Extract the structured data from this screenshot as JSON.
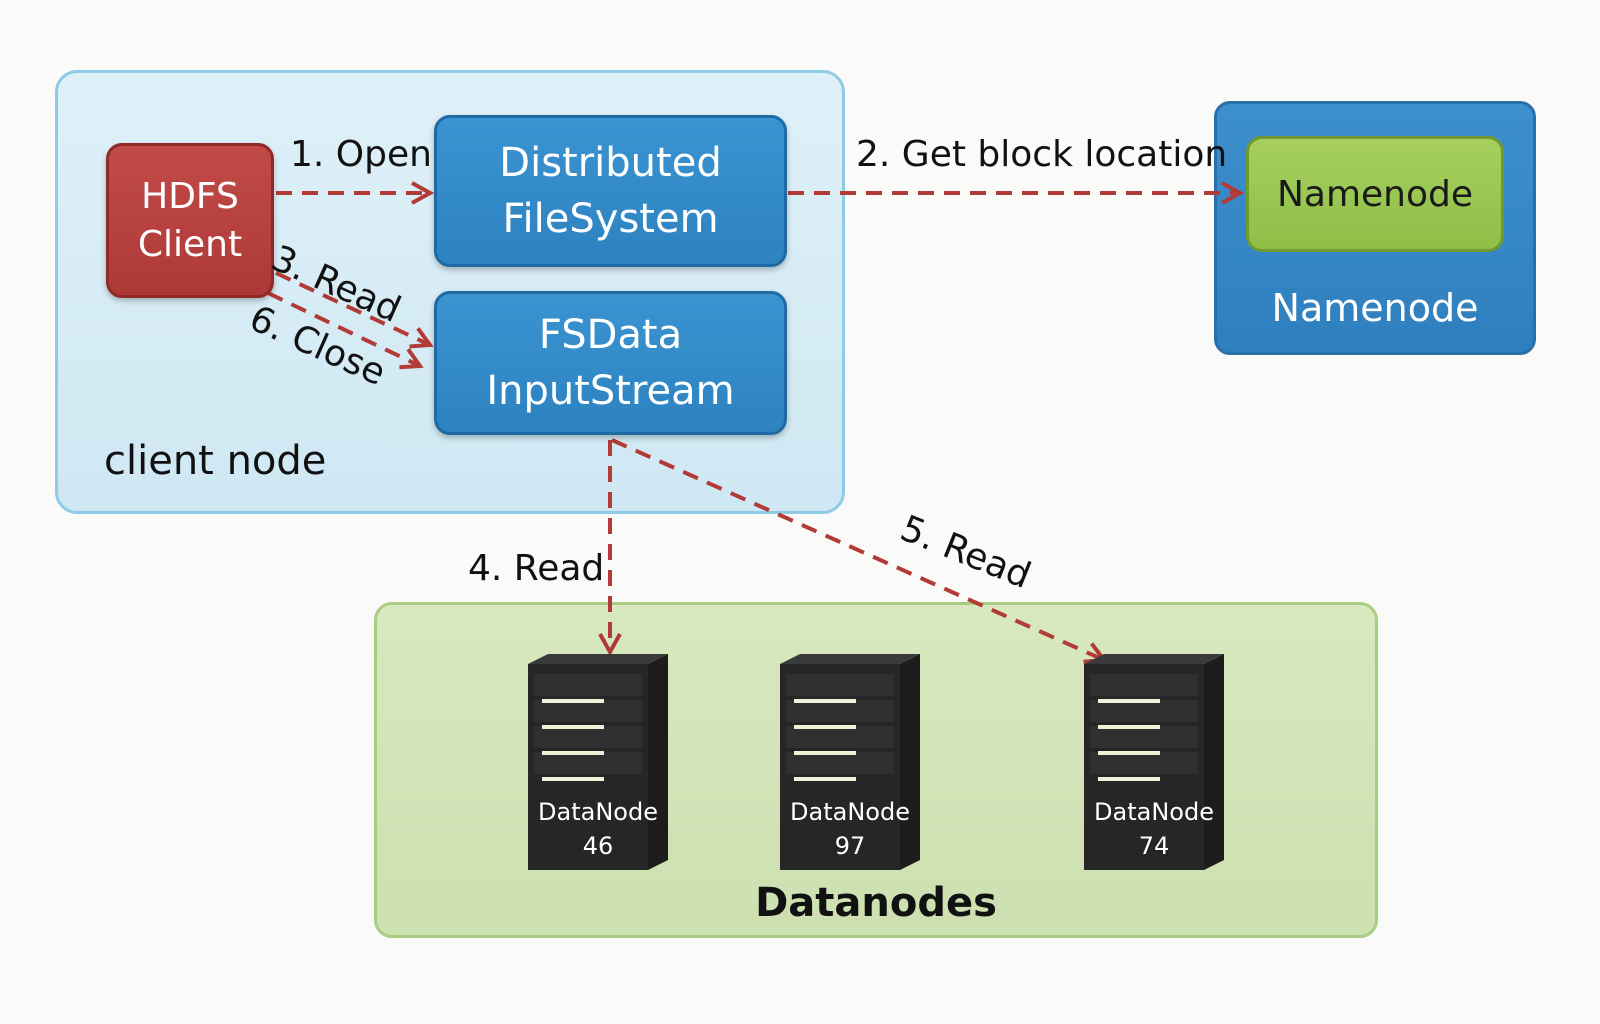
{
  "client_node": {
    "label": "client node"
  },
  "hdfs_client": {
    "line1": "HDFS",
    "line2": "Client"
  },
  "distributed_fs": {
    "line1": "Distributed",
    "line2": "FileSystem"
  },
  "fsdata": {
    "line1": "FSData",
    "line2": "InputStream"
  },
  "namenode": {
    "inner_label": "Namenode",
    "container_label": "Namenode"
  },
  "datanodes": {
    "label": "Datanodes",
    "nodes": [
      {
        "name": "DataNode",
        "id": "46"
      },
      {
        "name": "DataNode",
        "id": "97"
      },
      {
        "name": "DataNode",
        "id": "74"
      }
    ]
  },
  "edges": {
    "open": "1. Open",
    "get_block": "2. Get block location",
    "read3": "3. Read",
    "read4": "4. Read",
    "read5": "5. Read",
    "close": "6. Close"
  },
  "colors": {
    "arrow": "#b23b37",
    "client_node_bg": "#d6ecf6",
    "hdfs_client": "#b3403d",
    "blue_box": "#3089c8",
    "namenode_inner": "#9cc753",
    "datanodes_bg": "#d3e4b7"
  }
}
